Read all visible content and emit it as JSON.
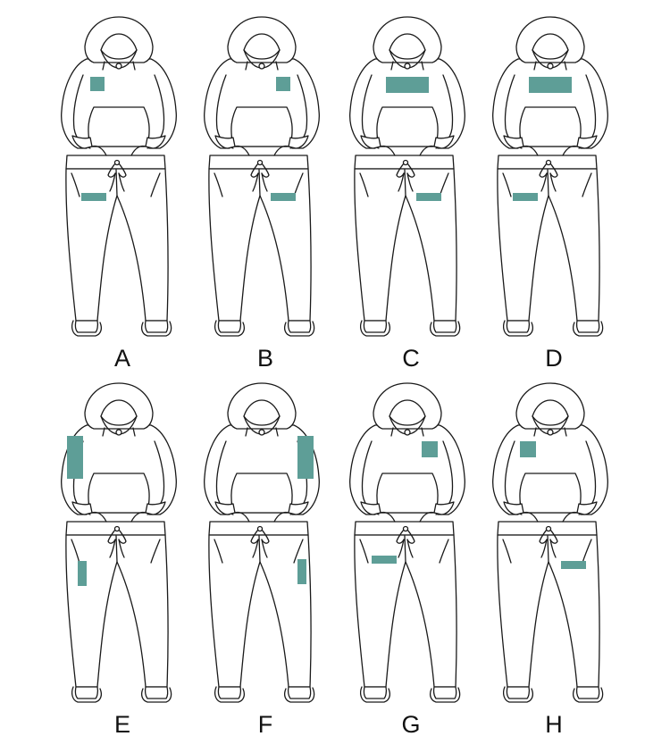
{
  "accent_color": "#5e9e97",
  "options": [
    {
      "label": "A",
      "marks": [
        "left-chest-small",
        "right-thigh-horizontal"
      ]
    },
    {
      "label": "B",
      "marks": [
        "right-chest-small",
        "left-thigh-horizontal"
      ]
    },
    {
      "label": "C",
      "marks": [
        "center-chest-wide",
        "left-thigh-horizontal"
      ]
    },
    {
      "label": "D",
      "marks": [
        "center-chest-wide",
        "right-thigh-horizontal"
      ]
    },
    {
      "label": "E",
      "marks": [
        "right-sleeve-vertical",
        "right-thigh-vertical"
      ]
    },
    {
      "label": "F",
      "marks": [
        "left-sleeve-vertical",
        "left-thigh-vertical"
      ]
    },
    {
      "label": "G",
      "marks": [
        "left-chest-medium",
        "right-thigh-horizontal-high"
      ]
    },
    {
      "label": "H",
      "marks": [
        "right-chest-medium",
        "left-thigh-horizontal-high"
      ]
    }
  ]
}
